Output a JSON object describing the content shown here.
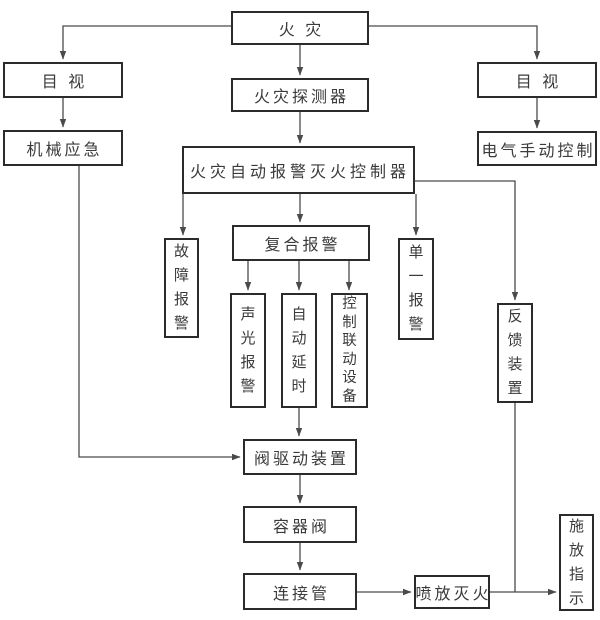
{
  "diagram": {
    "type": "flowchart",
    "language": "zh-CN",
    "nodes": {
      "fire": {
        "label": "火 灾"
      },
      "visual_left": {
        "label": "目 视"
      },
      "mechanical_emergency": {
        "label": "机械应急"
      },
      "fire_detector": {
        "label": "火灾探测器"
      },
      "visual_right": {
        "label": "目 视"
      },
      "electrical_manual_control": {
        "label": "电气手动控制"
      },
      "controller": {
        "label": "火灾自动报警灭火控制器"
      },
      "fault_alarm": {
        "label": "故障报警"
      },
      "composite_alarm": {
        "label": "复合报警"
      },
      "single_alarm": {
        "label": "单一报警"
      },
      "sound_light_alarm": {
        "label": "声光报警"
      },
      "auto_delay": {
        "label": "自动延时"
      },
      "control_linkage_equipment": {
        "label": "控制联动设备"
      },
      "feedback_device": {
        "label": "反馈装置"
      },
      "valve_drive_device": {
        "label": "阀驱动装置"
      },
      "container_valve": {
        "label": "容器阀"
      },
      "connecting_pipe": {
        "label": "连接管"
      },
      "spray_extinguish": {
        "label": "喷放灭火"
      },
      "release_indication": {
        "label": "施放指示"
      }
    },
    "edges": [
      {
        "from": "fire",
        "to": "visual_left"
      },
      {
        "from": "fire",
        "to": "fire_detector"
      },
      {
        "from": "fire",
        "to": "visual_right"
      },
      {
        "from": "visual_left",
        "to": "mechanical_emergency"
      },
      {
        "from": "visual_right",
        "to": "electrical_manual_control"
      },
      {
        "from": "fire_detector",
        "to": "controller"
      },
      {
        "from": "controller",
        "to": "fault_alarm"
      },
      {
        "from": "controller",
        "to": "composite_alarm"
      },
      {
        "from": "controller",
        "to": "single_alarm"
      },
      {
        "from": "controller",
        "to": "feedback_device"
      },
      {
        "from": "composite_alarm",
        "to": "sound_light_alarm"
      },
      {
        "from": "composite_alarm",
        "to": "auto_delay"
      },
      {
        "from": "composite_alarm",
        "to": "control_linkage_equipment"
      },
      {
        "from": "mechanical_emergency",
        "to": "valve_drive_device"
      },
      {
        "from": "auto_delay",
        "to": "valve_drive_device"
      },
      {
        "from": "valve_drive_device",
        "to": "container_valve"
      },
      {
        "from": "container_valve",
        "to": "connecting_pipe"
      },
      {
        "from": "connecting_pipe",
        "to": "spray_extinguish"
      },
      {
        "from": "spray_extinguish",
        "to": "release_indication"
      },
      {
        "from": "feedback_device",
        "to": "release_indication"
      }
    ]
  },
  "colors": {
    "line": "#4a4a4a",
    "border": "#2b2b2b",
    "text": "#3a3a3a",
    "background": "#ffffff"
  }
}
